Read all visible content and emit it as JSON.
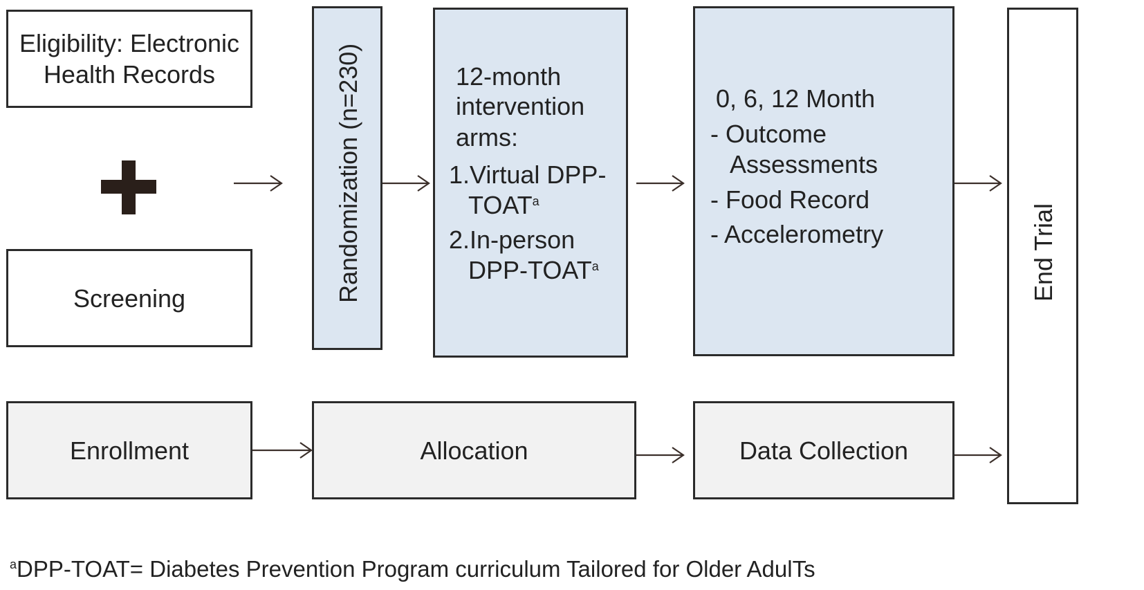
{
  "boxes": {
    "eligibility": "Eligibility: Electronic Health Records",
    "plus_symbol": "+",
    "screening": "Screening",
    "randomization": "Randomization (n=230)",
    "intervention": {
      "heading_line1": "12-month",
      "heading_line2": "intervention",
      "heading_line3": "arms:",
      "arm1_line1": "1.Virtual DPP-",
      "arm1_line2": "TOAT",
      "arm1_sup": "a",
      "arm2_line1": "2.In-person",
      "arm2_line2": "DPP-TOAT",
      "arm2_sup": "a"
    },
    "assessments": {
      "heading": "0, 6, 12  Month",
      "item1_line1": "-  Outcome",
      "item1_line2": "Assessments",
      "item2": "-  Food Record",
      "item3": "-  Accelerometry"
    },
    "end_trial": "End Trial"
  },
  "phases": {
    "enrollment": "Enrollment",
    "allocation": "Allocation",
    "data_collection": "Data Collection"
  },
  "footnote": {
    "sup": "a",
    "text": "DPP-TOAT= Diabetes Prevention Program curriculum Tailored for Older AdulTs"
  }
}
